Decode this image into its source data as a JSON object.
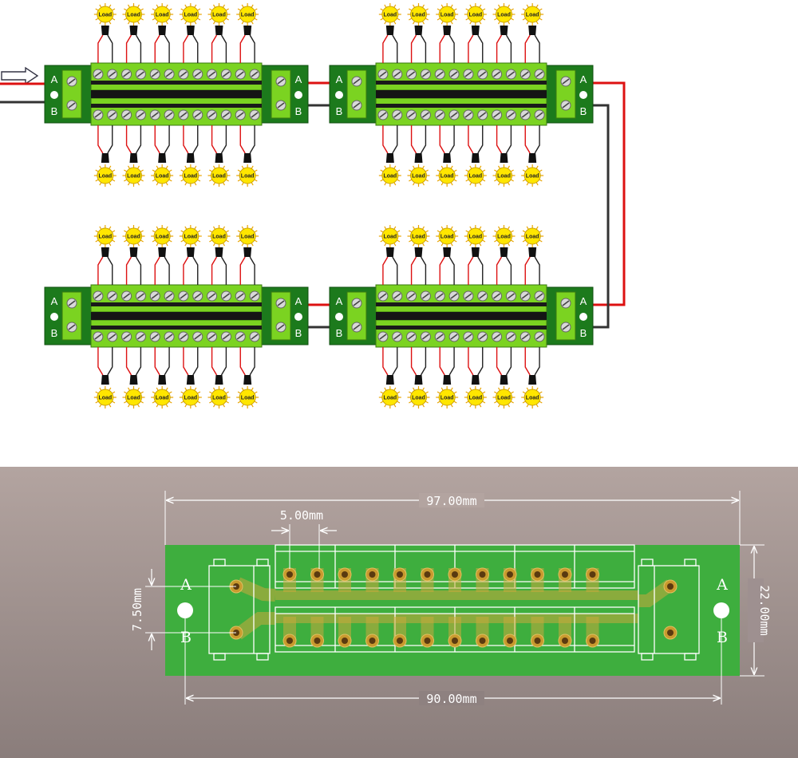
{
  "wiring": {
    "term_a": "A",
    "term_b": "B",
    "load_label": "Load",
    "loads_per_side": 6,
    "colors": {
      "positive_wire": "#dd1111",
      "negative_wire": "#333333",
      "board": "#1c7a1c",
      "terminal": "#7bd321",
      "bulb": "#ffe600"
    }
  },
  "drawing": {
    "overall_length": "97.00mm",
    "hole_spacing": "90.00mm",
    "pitch": "5.00mm",
    "row_spacing": "7.50mm",
    "board_width": "22.00mm",
    "term_a": "A",
    "term_b": "B",
    "colors": {
      "background": "#a59690",
      "pcb": "#3eae3e",
      "pad": "#c99a2e"
    }
  }
}
